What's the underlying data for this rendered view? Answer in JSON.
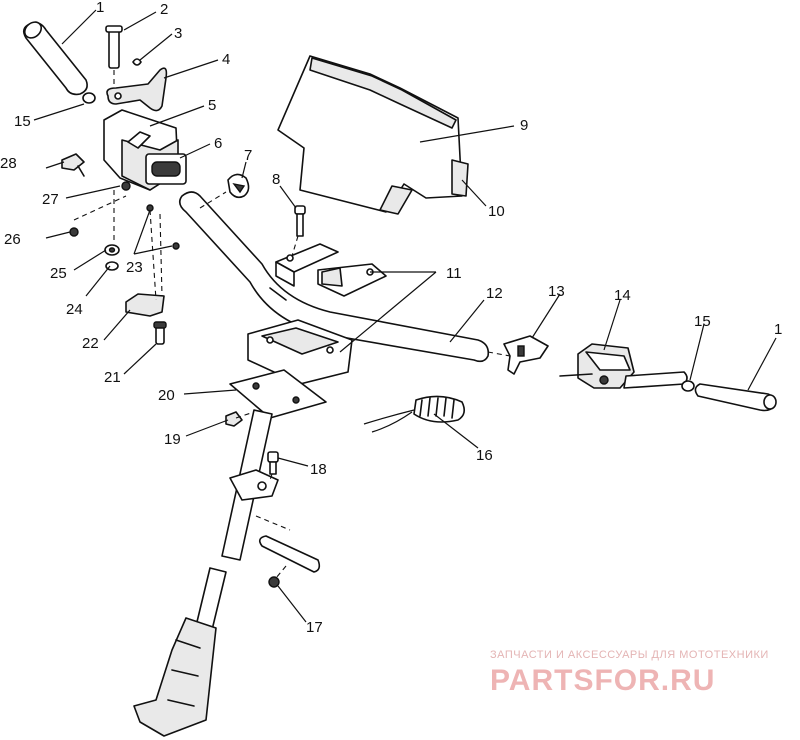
{
  "callouts": [
    {
      "id": "c1",
      "text": "1"
    },
    {
      "id": "c2",
      "text": "2"
    },
    {
      "id": "c3",
      "text": "3"
    },
    {
      "id": "c4",
      "text": "4"
    },
    {
      "id": "c15a",
      "text": "15"
    },
    {
      "id": "c5",
      "text": "5"
    },
    {
      "id": "c6",
      "text": "6"
    },
    {
      "id": "c7",
      "text": "7"
    },
    {
      "id": "c8",
      "text": "8"
    },
    {
      "id": "c9",
      "text": "9"
    },
    {
      "id": "c10",
      "text": "10"
    },
    {
      "id": "c28",
      "text": "28"
    },
    {
      "id": "c27",
      "text": "27"
    },
    {
      "id": "c26",
      "text": "26"
    },
    {
      "id": "c25",
      "text": "25"
    },
    {
      "id": "c23",
      "text": "23"
    },
    {
      "id": "c24",
      "text": "24"
    },
    {
      "id": "c11",
      "text": "11"
    },
    {
      "id": "c12",
      "text": "12"
    },
    {
      "id": "c13",
      "text": "13"
    },
    {
      "id": "c14",
      "text": "14"
    },
    {
      "id": "c15b",
      "text": "15"
    },
    {
      "id": "c1b",
      "text": "1"
    },
    {
      "id": "c22",
      "text": "22"
    },
    {
      "id": "c21",
      "text": "21"
    },
    {
      "id": "c20",
      "text": "20"
    },
    {
      "id": "c19",
      "text": "19"
    },
    {
      "id": "c16",
      "text": "16"
    },
    {
      "id": "c18",
      "text": "18"
    },
    {
      "id": "c17",
      "text": "17"
    }
  ],
  "watermark": {
    "tagline": "ЗАПЧАСТИ И АКСЕССУАРЫ ДЛЯ МОТОТЕХНИКИ",
    "logo": "PARTSFOR.RU"
  },
  "colors": {
    "line": "#111111",
    "watermark": "#eeb4b4"
  }
}
